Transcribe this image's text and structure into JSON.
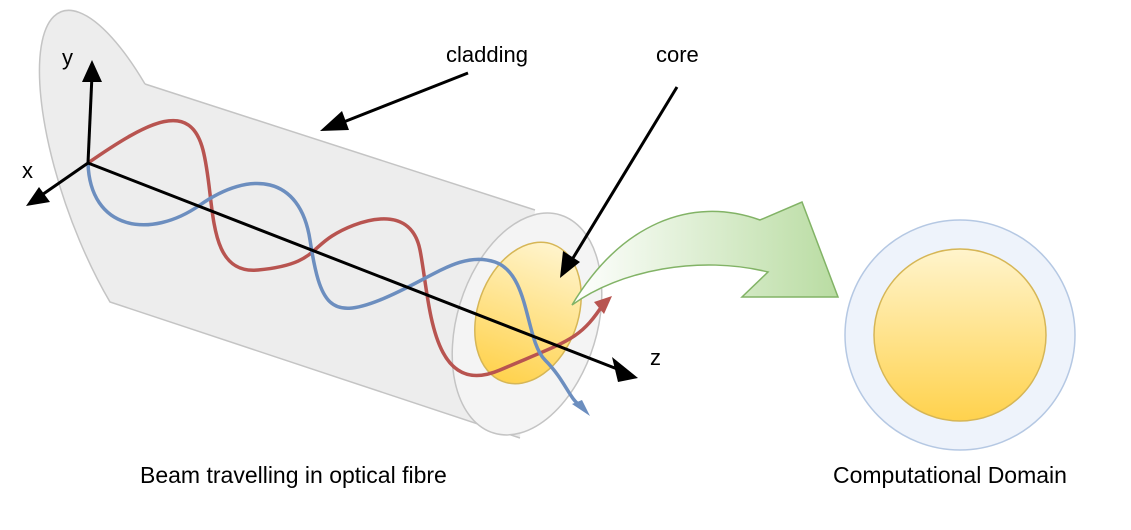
{
  "labels": {
    "y_axis": "y",
    "x_axis": "x",
    "z_axis": "z",
    "cladding": "cladding",
    "core": "core"
  },
  "captions": {
    "left": "Beam travelling in optical fibre",
    "right": "Computational Domain"
  },
  "colors": {
    "cladding_fill": "#ededed",
    "cladding_stroke": "#c4c4c4",
    "core_fill_top": "#fff4cc",
    "core_fill_bottom": "#ffd24d",
    "core_stroke": "#d6b656",
    "wave_red": "#b85450",
    "wave_blue": "#6c8ebf",
    "transfer_arrow_fill": "#b9dca2",
    "transfer_arrow_stroke": "#82b366",
    "domain_ring_fill": "#eef3fb",
    "domain_ring_stroke": "#b5c8e3"
  }
}
